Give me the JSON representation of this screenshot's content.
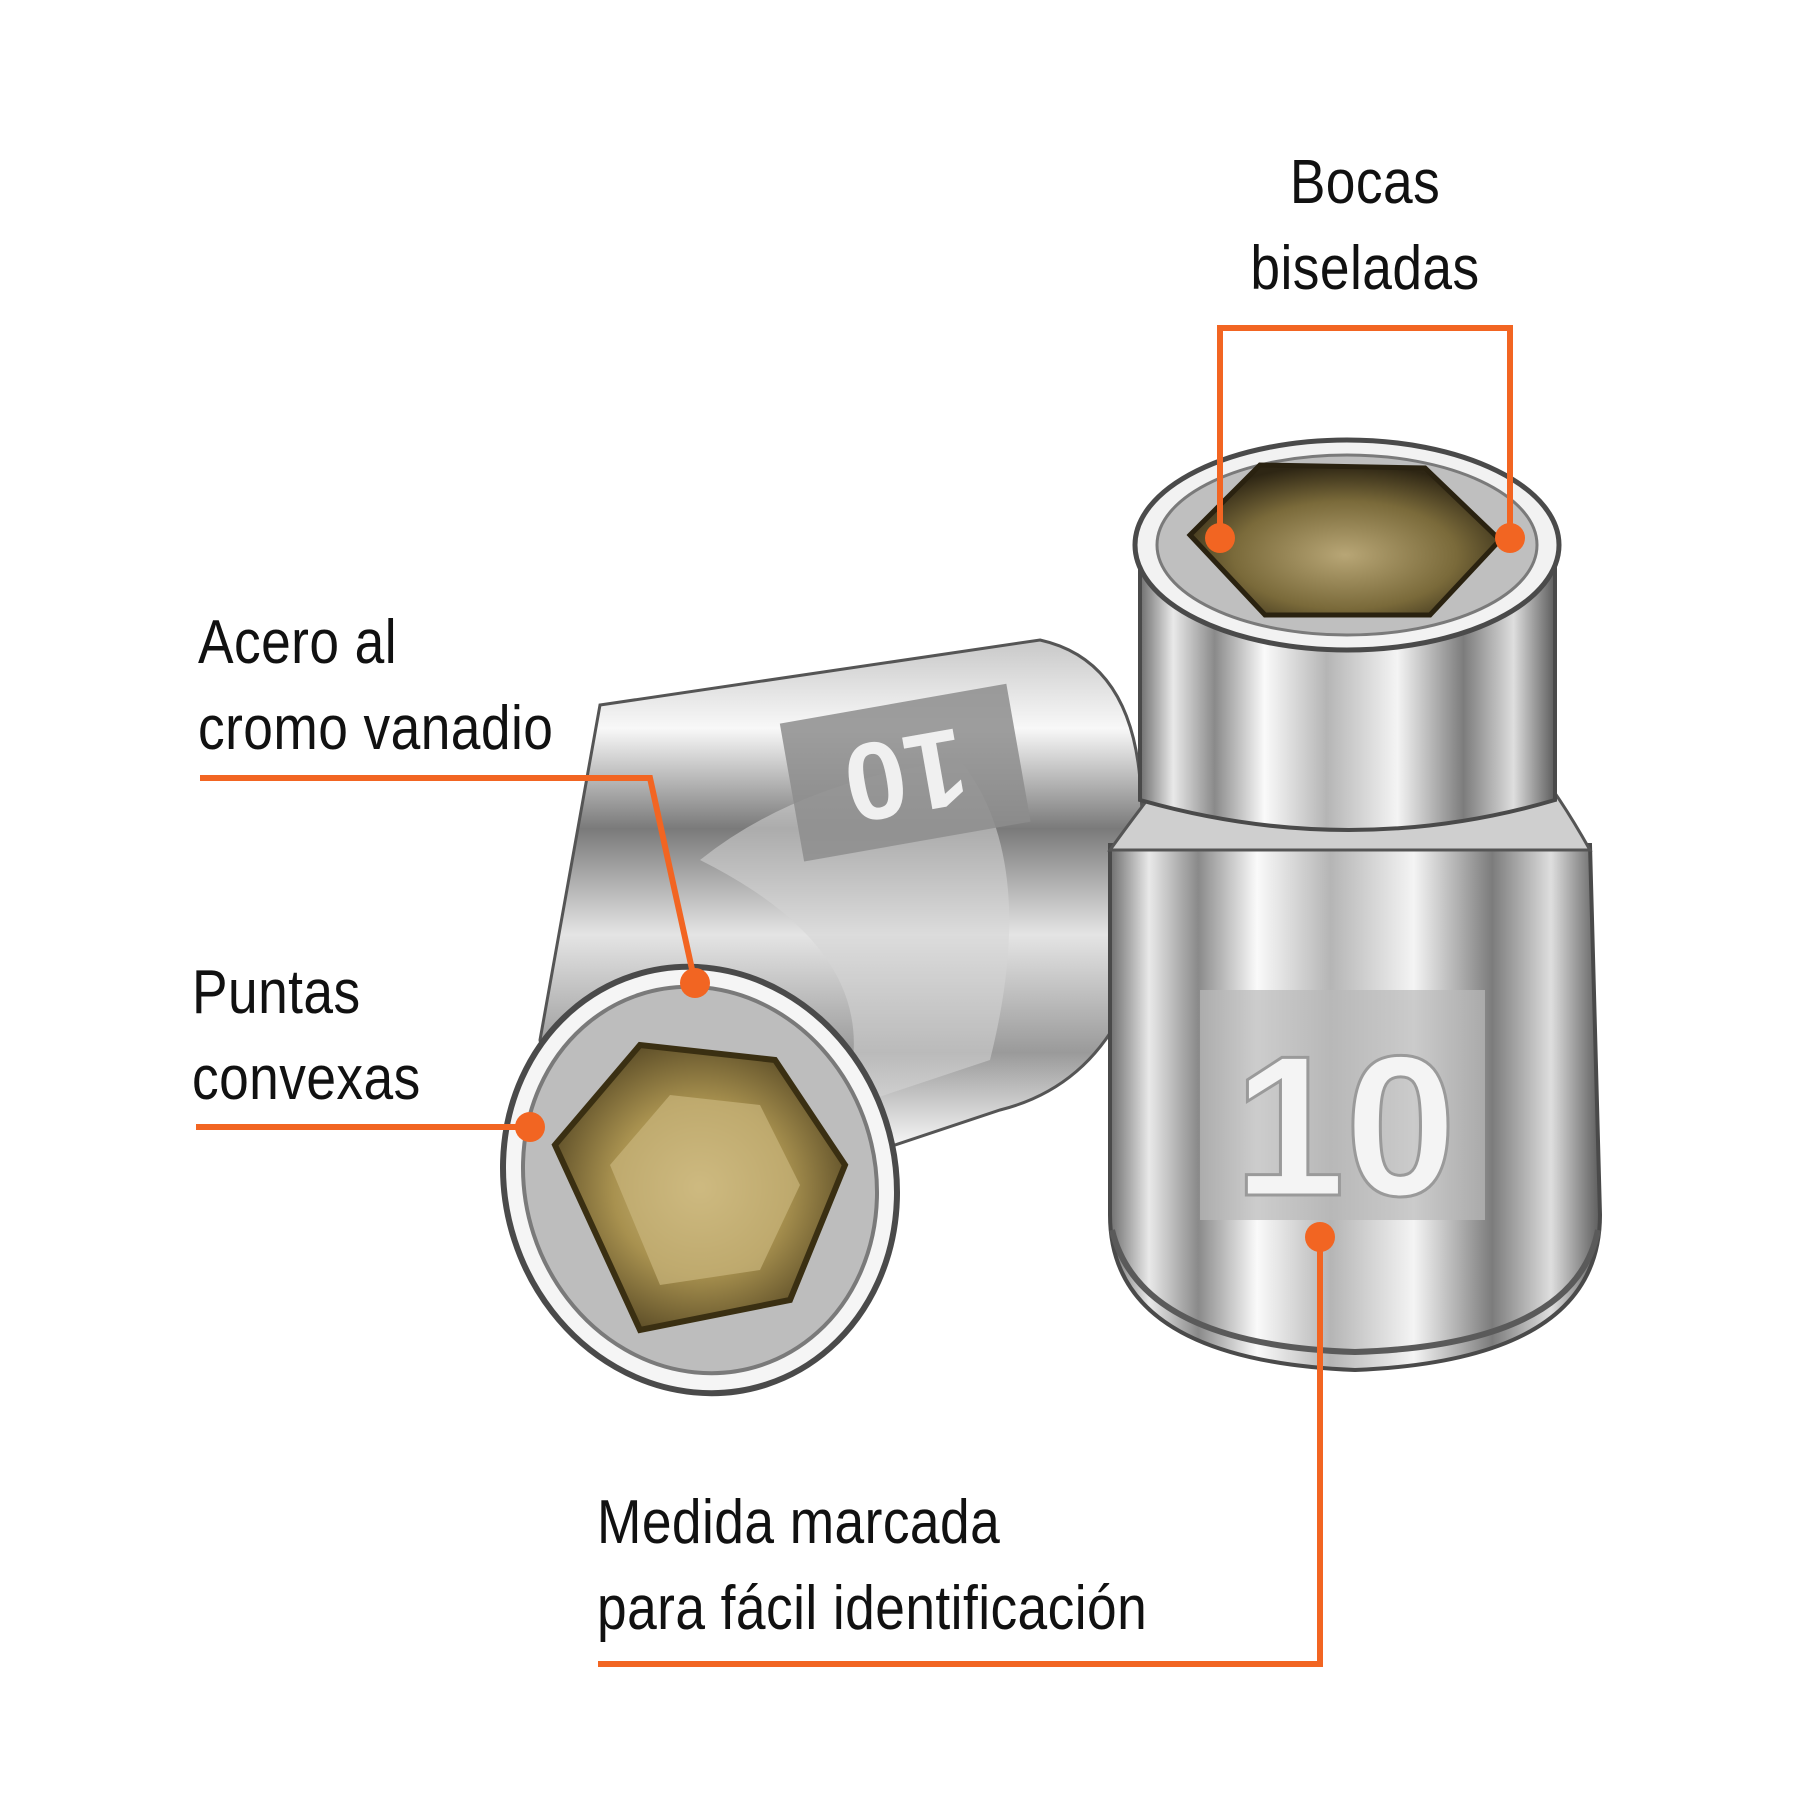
{
  "accent_color": "#f26522",
  "callouts": {
    "bocas": {
      "line1": "Bocas",
      "line2": "biseladas"
    },
    "acero": {
      "line1": "Acero al",
      "line2": "cromo vanadio"
    },
    "puntas": {
      "line1": "Puntas",
      "line2": "convexas"
    },
    "medida": {
      "line1": "Medida marcada",
      "line2": "para fácil identificación"
    }
  },
  "product": {
    "size_marking_left": "10",
    "size_marking_right": "10"
  }
}
